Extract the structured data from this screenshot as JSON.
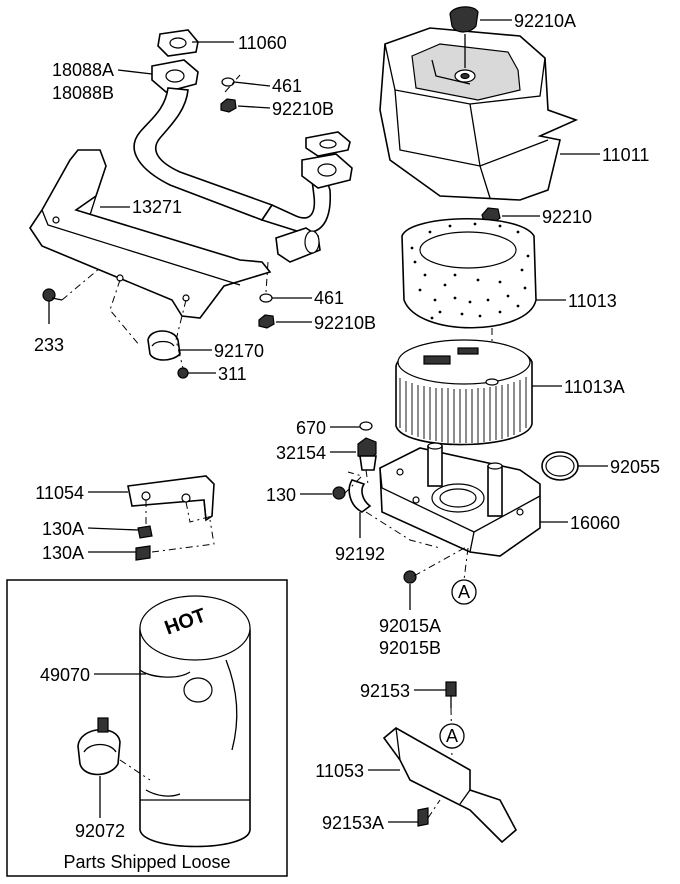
{
  "parts": {
    "p11060": "11060",
    "p18088A": "18088A",
    "p18088B": "18088B",
    "p461a": "461",
    "p92210Ba": "92210B",
    "p13271": "13271",
    "p233": "233",
    "p461b": "461",
    "p92210Bb": "92210B",
    "p92170": "92170",
    "p311": "311",
    "p92210A": "92210A",
    "p11011": "11011",
    "p92210": "92210",
    "p11013": "11013",
    "p11013A": "11013A",
    "p670": "670",
    "p32154": "32154",
    "p92055": "92055",
    "p130": "130",
    "p16060": "16060",
    "p92192": "92192",
    "p11054": "11054",
    "p130Aa": "130A",
    "p130Ab": "130A",
    "p92015A": "92015A",
    "p92015B": "92015B",
    "p49070": "49070",
    "p92072": "92072",
    "p92153": "92153",
    "p11053": "11053",
    "p92153A": "92153A"
  },
  "callouts": {
    "ref_a_1": "A",
    "ref_a_2": "A"
  },
  "loose_box": {
    "caption": "Parts Shipped Loose"
  },
  "muffler_text": {
    "hot": "HOT"
  }
}
